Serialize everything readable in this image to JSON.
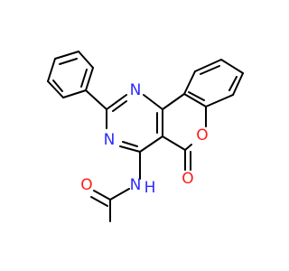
{
  "molecule": {
    "atoms": [
      {
        "symbol": "N",
        "color": "#2b2bff"
      },
      {
        "symbol": "N",
        "color": "#2b2bff"
      },
      {
        "symbol": "N",
        "color": "#2b2bff"
      },
      {
        "symbol": "O",
        "color": "#ff1a1a"
      },
      {
        "symbol": "O",
        "color": "#ff1a1a"
      },
      {
        "symbol": "O",
        "color": "#ff1a1a"
      }
    ],
    "amide_h": {
      "symbol": "H",
      "color": "#2b2bff"
    }
  }
}
